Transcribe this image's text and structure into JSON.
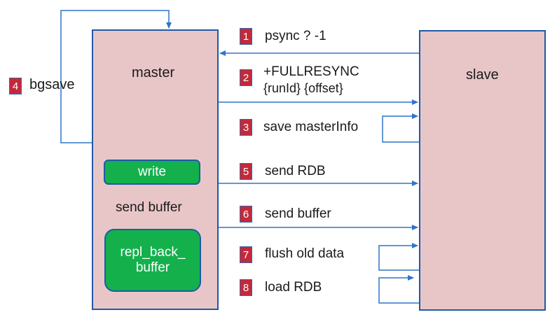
{
  "master": {
    "title": "master"
  },
  "slave": {
    "title": "slave"
  },
  "write": {
    "label": "write"
  },
  "send_buffer_inner": "send buffer",
  "repl_back_buffer": {
    "label": "repl_back_\nbuffer"
  },
  "steps": [
    {
      "num": "1",
      "label": "psync ? -1"
    },
    {
      "num": "2",
      "label": "+FULLRESYNC",
      "label2": "{runId} {offset}"
    },
    {
      "num": "3",
      "label": "save masterInfo"
    },
    {
      "num": "4",
      "label": "bgsave"
    },
    {
      "num": "5",
      "label": "send RDB"
    },
    {
      "num": "6",
      "label": "send buffer"
    },
    {
      "num": "7",
      "label": "flush old data"
    },
    {
      "num": "8",
      "label": "load RDB"
    }
  ],
  "colors": {
    "box_fill": "#e8c6c8",
    "border": "#1f5aa6",
    "green": "#14b04c",
    "badge": "#c22a3c",
    "arrow": "#2f75c8"
  }
}
